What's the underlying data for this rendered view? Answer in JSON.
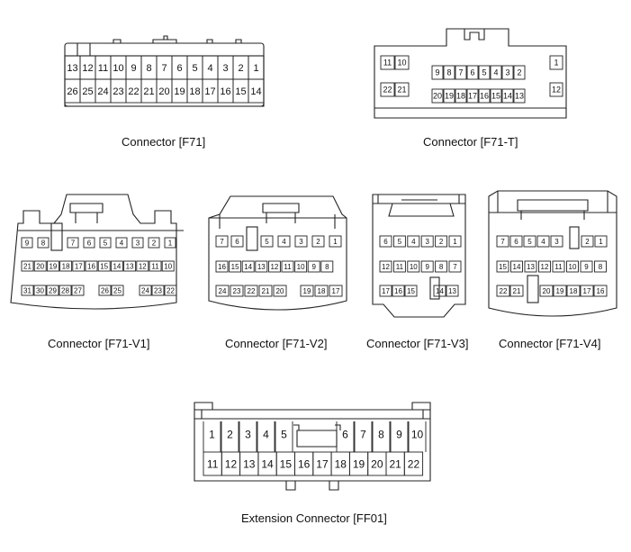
{
  "connectors": [
    {
      "id": "f71",
      "caption": "Connector [F71]",
      "rows": [
        [
          "13",
          "12",
          "11",
          "10",
          "9",
          "8",
          "7",
          "6",
          "5",
          "4",
          "3",
          "2",
          "1"
        ],
        [
          "26",
          "25",
          "24",
          "23",
          "22",
          "21",
          "20",
          "19",
          "18",
          "17",
          "16",
          "15",
          "14"
        ]
      ]
    },
    {
      "id": "f71-t",
      "caption": "Connector [F71-T]",
      "groups": [
        [
          "11",
          "10"
        ],
        [
          "9",
          "8",
          "7",
          "6",
          "5",
          "4",
          "3",
          "2"
        ],
        [
          "1"
        ],
        [
          "22",
          "21"
        ],
        [
          "20",
          "19",
          "18",
          "17",
          "16",
          "15",
          "14",
          "13"
        ],
        [
          "12"
        ]
      ]
    },
    {
      "id": "f71-v1",
      "caption": "Connector [F71-V1]",
      "rows": [
        [
          "9",
          "8",
          "",
          "7",
          "6",
          "5",
          "4",
          "3",
          "2",
          "1"
        ],
        [
          "21",
          "20",
          "19",
          "18",
          "17",
          "16",
          "15",
          "14",
          "13",
          "12",
          "11",
          "10"
        ],
        [
          "31",
          "30",
          "29",
          "28",
          "27",
          "",
          "26",
          "25",
          "",
          "24",
          "23",
          "22"
        ]
      ]
    },
    {
      "id": "f71-v2",
      "caption": "Connector [F71-V2]",
      "rows": [
        [
          "7",
          "6",
          "",
          "5",
          "4",
          "3",
          "2",
          "1"
        ],
        [
          "16",
          "15",
          "14",
          "13",
          "12",
          "11",
          "10",
          "9",
          "8"
        ],
        [
          "24",
          "23",
          "22",
          "21",
          "20",
          "",
          "19",
          "18",
          "17"
        ]
      ]
    },
    {
      "id": "f71-v3",
      "caption": "Connector [F71-V3]",
      "rows": [
        [
          "6",
          "5",
          "4",
          "3",
          "2",
          "1"
        ],
        [
          "12",
          "11",
          "10",
          "9",
          "8",
          "7"
        ],
        [
          "17",
          "16",
          "15",
          "",
          "14",
          "13"
        ]
      ]
    },
    {
      "id": "f71-v4",
      "caption": "Connector [F71-V4]",
      "rows": [
        [
          "7",
          "6",
          "5",
          "4",
          "3",
          "",
          "2",
          "1"
        ],
        [
          "15",
          "14",
          "13",
          "12",
          "11",
          "10",
          "9",
          "8"
        ],
        [
          "22",
          "21",
          "",
          "20",
          "19",
          "18",
          "17",
          "16"
        ]
      ]
    },
    {
      "id": "ff01",
      "caption": "Extension Connector [FF01]",
      "rows": [
        [
          "1",
          "2",
          "3",
          "4",
          "5",
          "",
          "6",
          "7",
          "8",
          "9",
          "10"
        ],
        [
          "11",
          "12",
          "13",
          "14",
          "15",
          "16",
          "17",
          "18",
          "19",
          "20",
          "21",
          "22"
        ]
      ]
    }
  ]
}
